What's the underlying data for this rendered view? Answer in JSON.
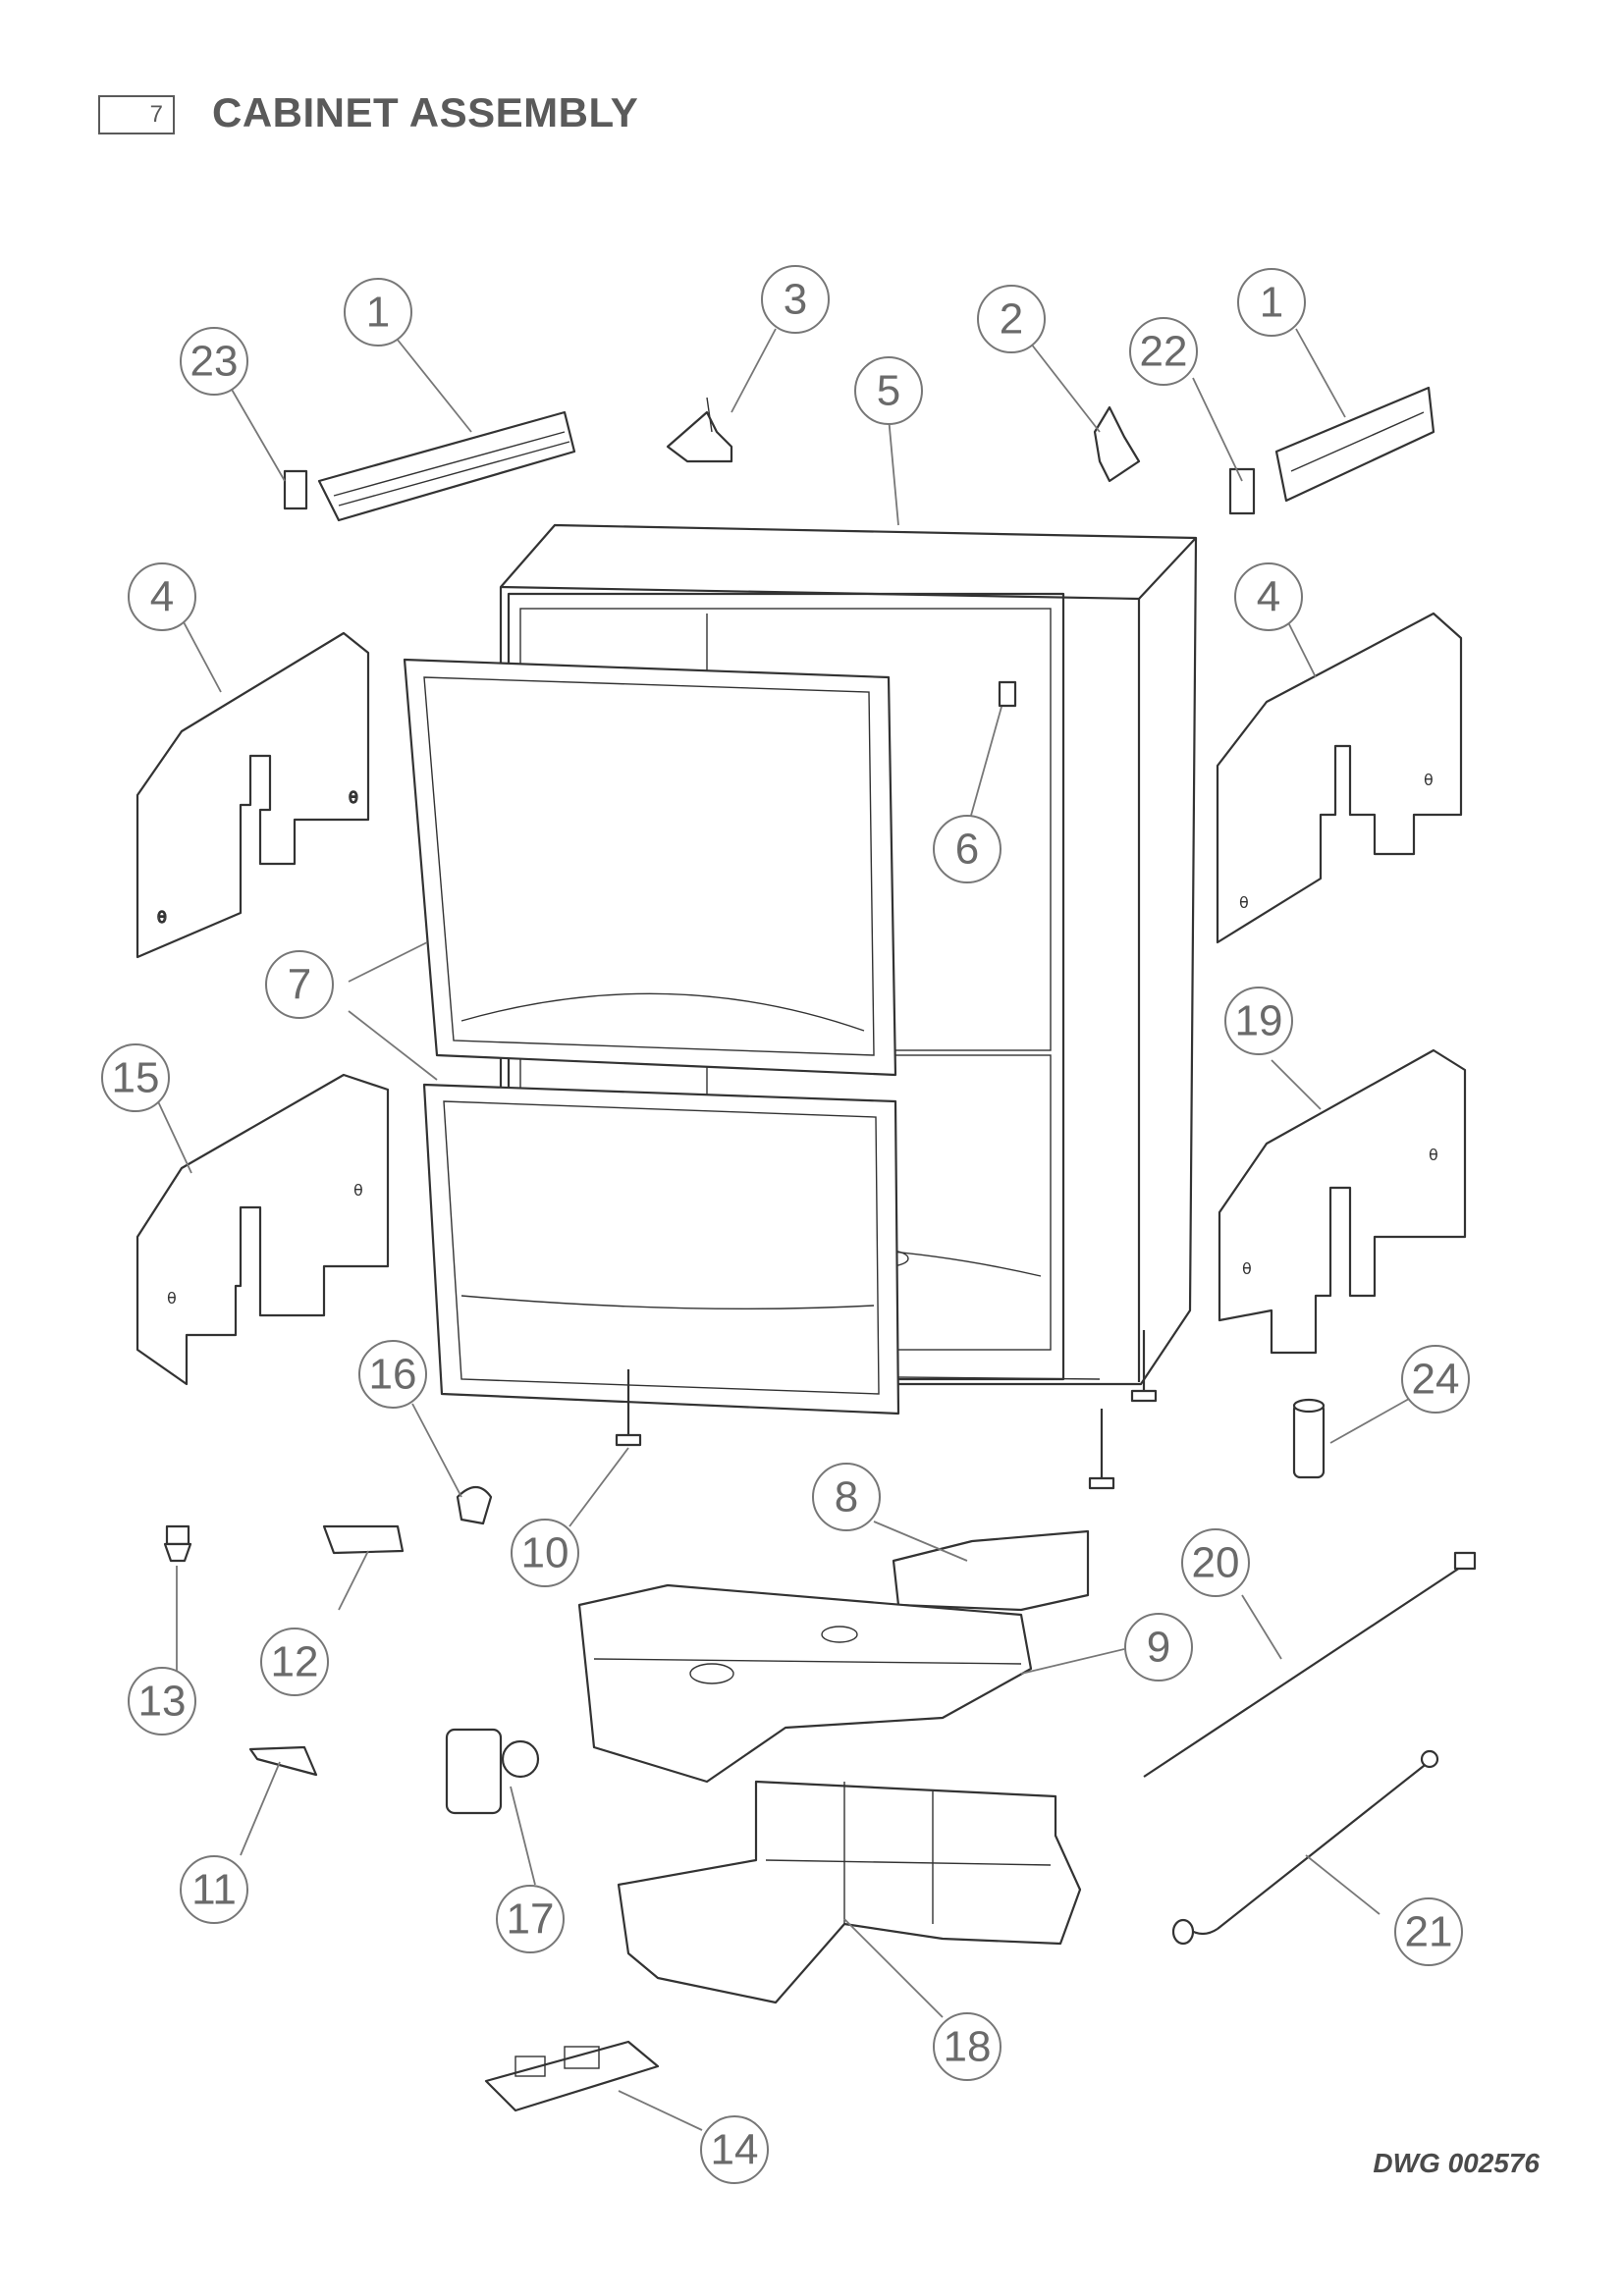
{
  "header": {
    "page_number": "7",
    "title": "CABINET ASSEMBLY"
  },
  "drawing_number": "DWG 002576",
  "callouts": {
    "c1a": "1",
    "c1b": "1",
    "c2": "2",
    "c3": "3",
    "c4a": "4",
    "c4b": "4",
    "c5": "5",
    "c6": "6",
    "c7": "7",
    "c8": "8",
    "c9": "9",
    "c10": "10",
    "c11": "11",
    "c12": "12",
    "c13": "13",
    "c14": "14",
    "c15": "15",
    "c16": "16",
    "c17": "17",
    "c18": "18",
    "c19": "19",
    "c20": "20",
    "c21": "21",
    "c22": "22",
    "c23": "23",
    "c24": "24"
  },
  "panel_marks": {
    "m4a1": "θ",
    "m4a2": "θ",
    "m4b1": "θ",
    "m4b2": "θ",
    "m15a": "θ",
    "m15b": "θ",
    "m19a": "θ",
    "m19b": "θ"
  }
}
